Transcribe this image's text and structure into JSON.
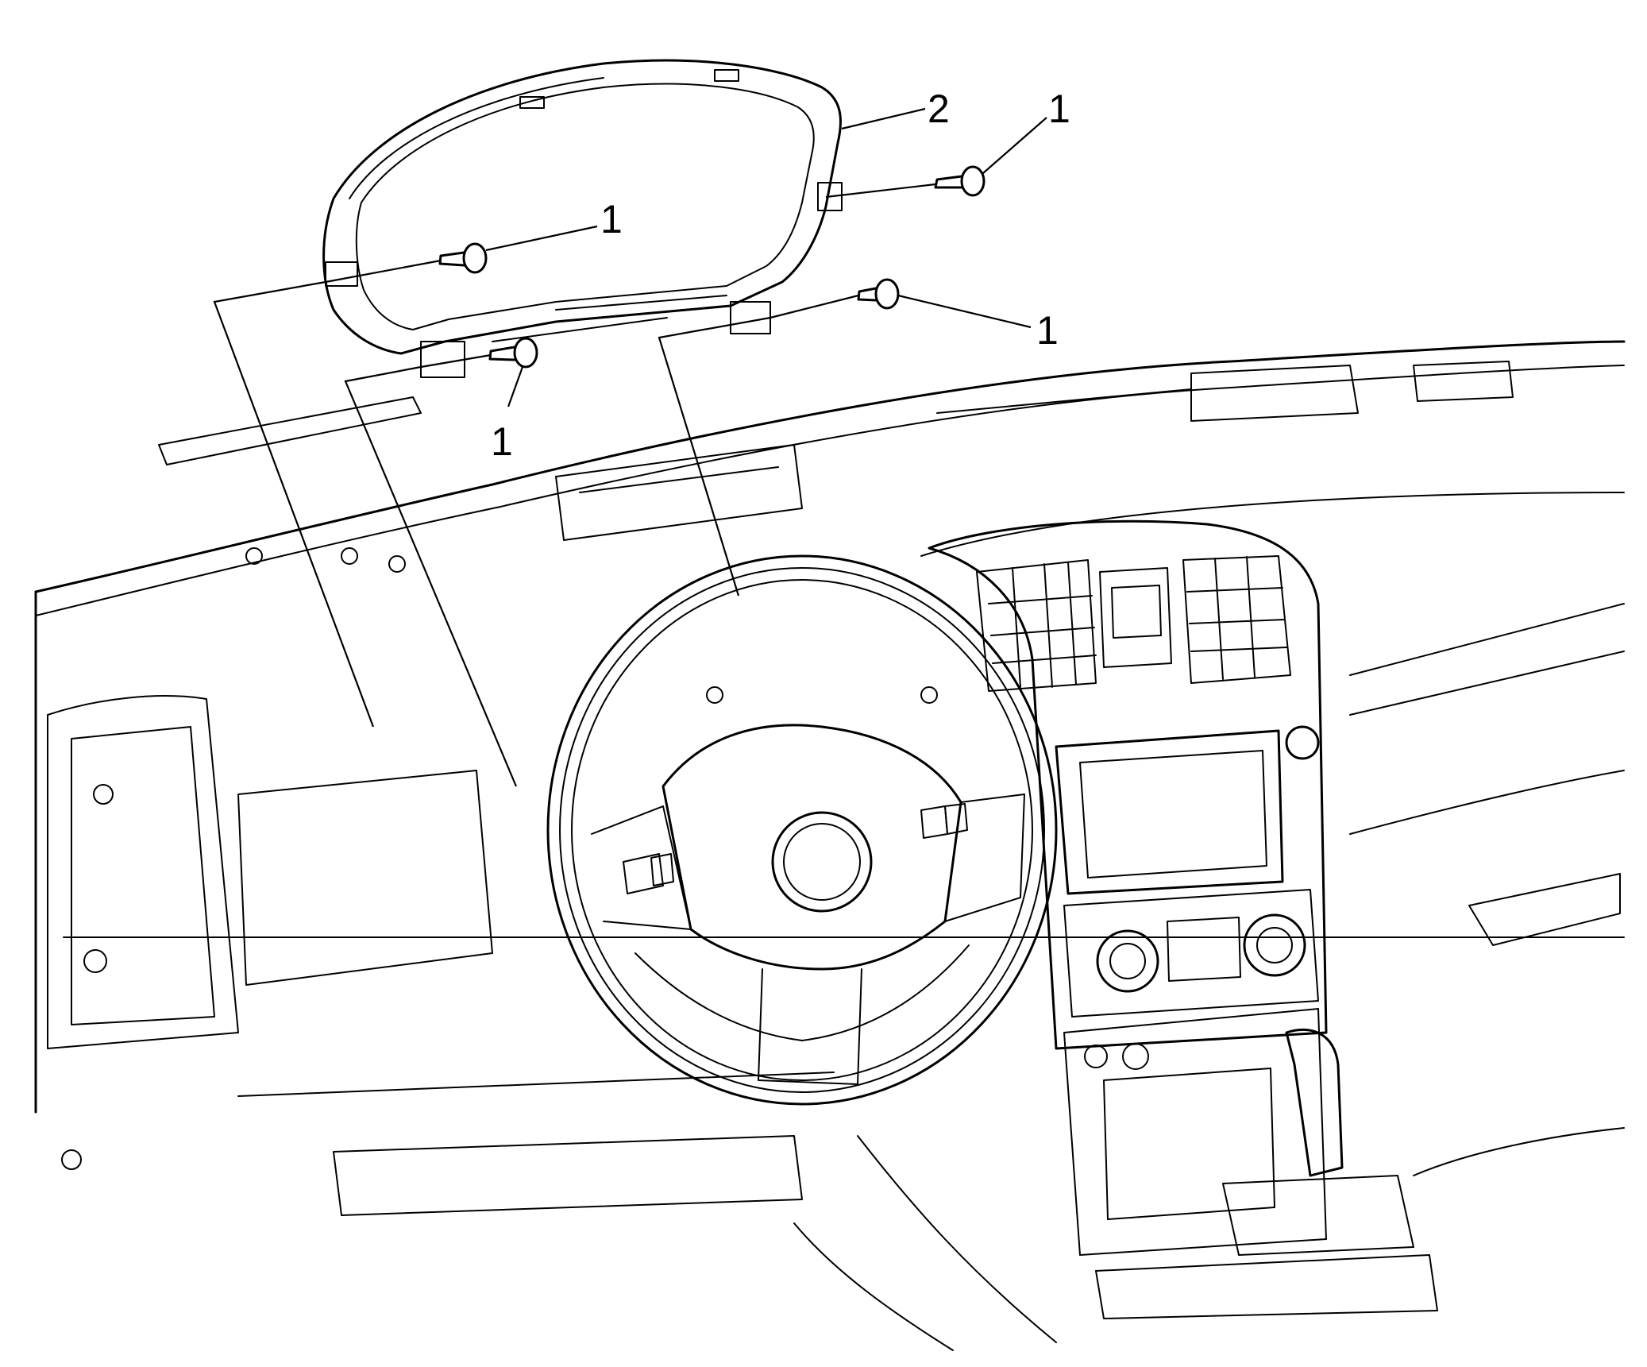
{
  "callouts": [
    {
      "id": "fastener_right_top",
      "label": "1"
    },
    {
      "id": "instrument_cluster",
      "label": "2"
    },
    {
      "id": "fastener_left_top",
      "label": "1"
    },
    {
      "id": "fastener_right_lower",
      "label": "1"
    },
    {
      "id": "fastener_left_lower",
      "label": "1"
    }
  ],
  "colors": {
    "line": "#000000",
    "background": "#ffffff"
  }
}
